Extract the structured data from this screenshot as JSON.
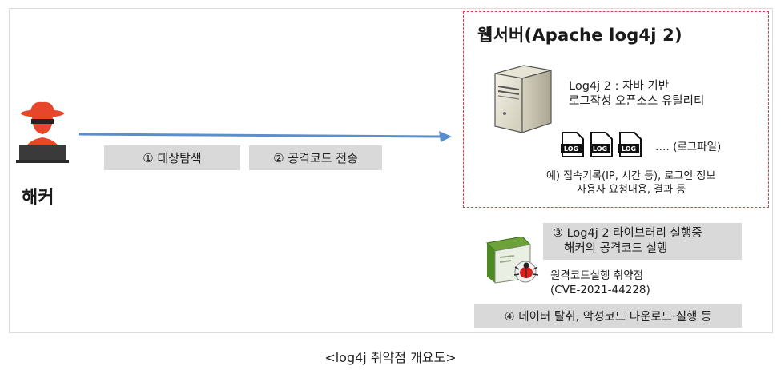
{
  "hacker": {
    "label": "해커"
  },
  "steps": {
    "step1": "① 대상탐색",
    "step2": "② 공격코드 전송",
    "step3_line1": "③ Log4j 2 라이브러리 실행중",
    "step3_line2": "해커의 공격코드 실행",
    "step4": "④ 데이터 탈취, 악성코드 다운로드·실행 등"
  },
  "server": {
    "title": "웹서버(Apache log4j 2)",
    "desc_line1": "Log4j 2 : 자바 기반",
    "desc_line2": "로그작성 오픈소스 유틸리티",
    "log_label": "LOG",
    "log_files_label": "…. (로그파일)",
    "example_line1": "예) 접속기록(IP, 시간 등), 로그인 정보",
    "example_line2": "사용자 요청내용, 결과 등"
  },
  "vulnerability": {
    "line1": "원격코드실행 취약점",
    "line2": "(CVE-2021-44228)"
  },
  "caption": "<log4j 취약점 개요도>",
  "colors": {
    "arrow": "#5b8fcb",
    "dashed_border": "#e0454a",
    "step_box": "#d9d9d9",
    "hacker_hat": "#e8462b"
  }
}
